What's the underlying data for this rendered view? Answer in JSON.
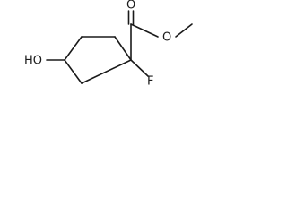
{
  "molecule": {
    "atoms": {
      "hydroxyl": "HO",
      "fluorine": "F",
      "carbonyl_oxygen": "O",
      "ester_oxygen": "O"
    }
  },
  "colors": {
    "bond": "#1a1a1a",
    "label": "#1a1a1a",
    "background": "#ffffff"
  }
}
